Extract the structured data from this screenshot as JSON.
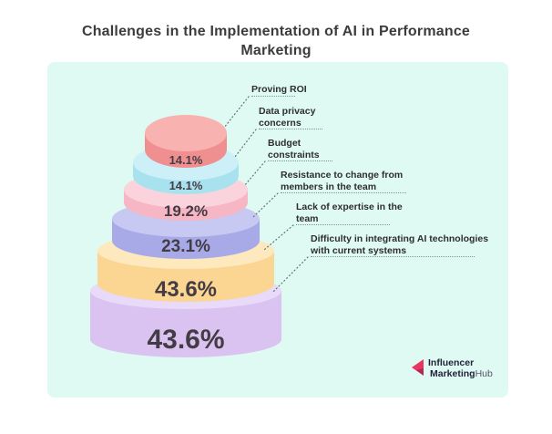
{
  "title": "Challenges in the Implementation of AI in Performance Marketing",
  "colors": {
    "page_bg": "#ffffff",
    "panel_bg": "#dffaf2",
    "title_text": "#3c3c3c",
    "label_text": "#2e2e2e",
    "percent_text": "#443c44",
    "leader_line": "#5f7472",
    "underline": "#7d9690",
    "logo_accent": "#e83562",
    "logo_accent_dark": "#b72753",
    "logo_text_dark": "#22223a",
    "logo_text_light": "#55556a"
  },
  "chart_data": {
    "type": "pyramid",
    "title": "Challenges in the Implementation of AI in Performance Marketing",
    "unit": "percent",
    "legend_position": "right-annotations",
    "tiers": [
      {
        "label": "Proving ROI",
        "value": 14.1,
        "display": "14.1%",
        "side_color": "#ef8f90",
        "top_color": "#f8b3b0"
      },
      {
        "label": "Data privacy concerns",
        "value": 14.1,
        "display": "14.1%",
        "side_color": "#a9e2ef",
        "top_color": "#cdeff7"
      },
      {
        "label": "Budget constraints",
        "value": 19.2,
        "display": "19.2%",
        "side_color": "#f6b6c4",
        "top_color": "#fad3dc"
      },
      {
        "label": "Resistance to change from members in the team",
        "value": 23.1,
        "display": "23.1%",
        "side_color": "#a7aae7",
        "top_color": "#c7c9f2"
      },
      {
        "label": "Lack of expertise in the team",
        "value": 43.6,
        "display": "43.6%",
        "side_color": "#fbd592",
        "top_color": "#fde9bd"
      },
      {
        "label": "Difficulty in integrating AI technologies with current systems",
        "value": 43.6,
        "display": "43.6%",
        "side_color": "#dbc3f1",
        "top_color": "#e8daf8"
      }
    ]
  },
  "logo": {
    "line1": "Influencer",
    "line2_bold": "Marketing",
    "line2_light": "Hub"
  }
}
